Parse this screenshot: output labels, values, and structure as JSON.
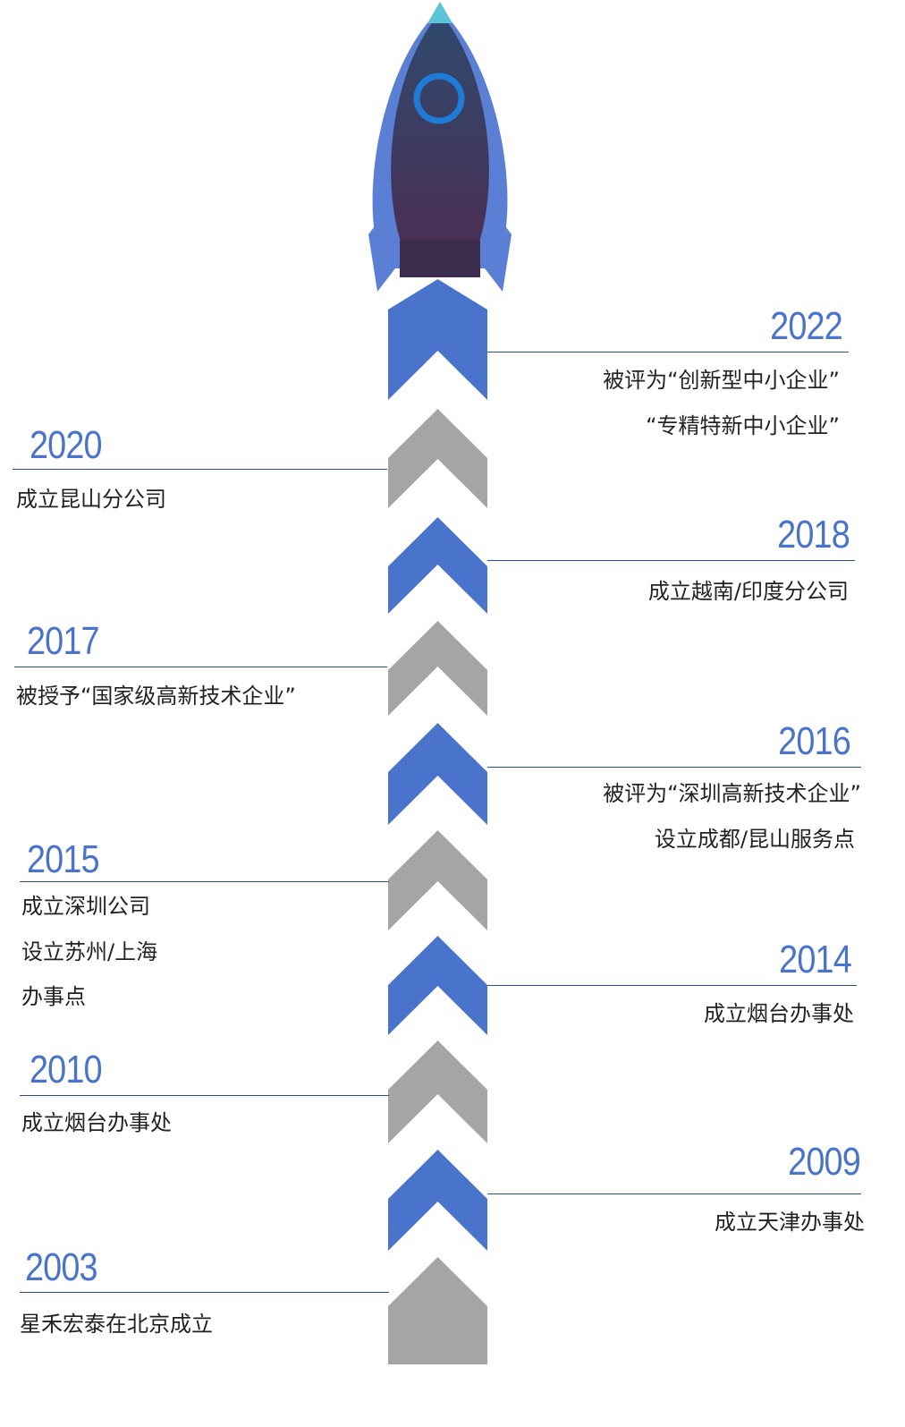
{
  "colors": {
    "accent": "#4a74cc",
    "gray": "#a5a5a5",
    "rule": "#2e4f93",
    "rocket_dark": "#3e3a5e",
    "rocket_fin": "#5a7fd4",
    "rocket_tip": "#5bc3d6",
    "window_ring": "#1f7bd6"
  },
  "milestones": [
    {
      "year": "2022",
      "lines": [
        "被评为“创新型中小企业”",
        "“专精特新中小企业”"
      ]
    },
    {
      "year": "2020",
      "lines": [
        "成立昆山分公司"
      ]
    },
    {
      "year": "2018",
      "lines": [
        "成立越南/印度分公司"
      ]
    },
    {
      "year": "2017",
      "lines": [
        "被授予“国家级高新技术企业”"
      ]
    },
    {
      "year": "2016",
      "lines": [
        "被评为“深圳高新技术企业”",
        "设立成都/昆山服务点"
      ]
    },
    {
      "year": "2015",
      "lines": [
        "成立深圳公司",
        "设立苏州/上海",
        "办事点"
      ]
    },
    {
      "year": "2014",
      "lines": [
        "成立烟台办事处"
      ]
    },
    {
      "year": "2010",
      "lines": [
        "成立烟台办事处"
      ]
    },
    {
      "year": "2009",
      "lines": [
        "成立天津办事处"
      ]
    },
    {
      "year": "2003",
      "lines": [
        "星禾宏泰在北京成立"
      ]
    }
  ]
}
